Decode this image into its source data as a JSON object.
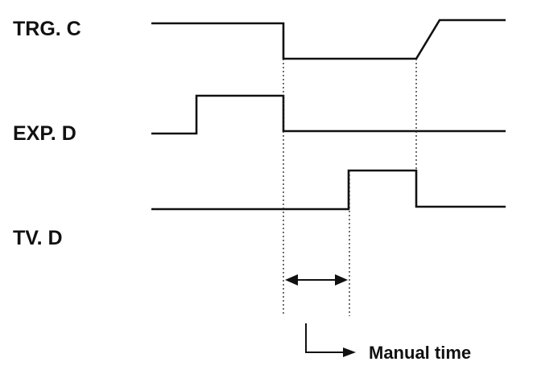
{
  "signals": [
    {
      "label": "TRG. C"
    },
    {
      "label": "EXP. D"
    },
    {
      "label": "TV. D"
    }
  ],
  "annotation": {
    "label": "Manual time"
  }
}
